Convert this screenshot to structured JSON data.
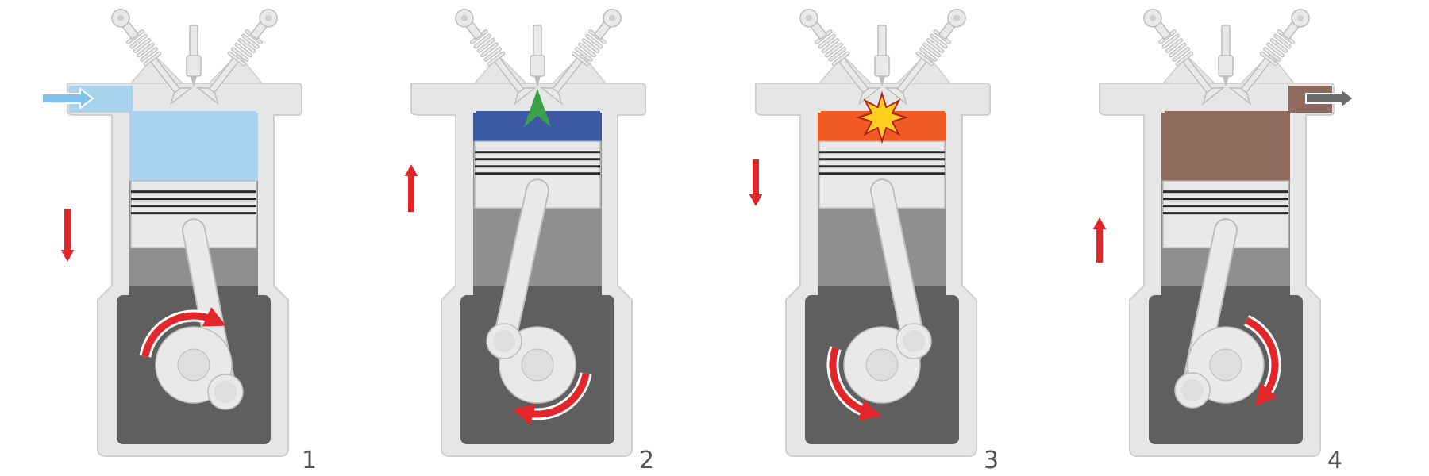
{
  "colors": {
    "background": "#ffffff",
    "casing": "#e6e6e6",
    "casing_edge": "#cfcfcf",
    "cavity": "#8f8f8f",
    "crankcase": "#5f5f5f",
    "part": "#e9e9e9",
    "part_edge": "#bdbdbd",
    "rotation_arrow": "#e3262a",
    "intake_arrow": "#7fc2ec",
    "exhaust_arrow": "#6b6b6b"
  },
  "strokes": [
    {
      "number": "1",
      "chamber_color": "#a9d3ec",
      "piston_level": 0.72,
      "motion_arrow": "down",
      "rotation": "clockwise",
      "crank_pin": "lower-right",
      "flow": "intake",
      "chamber_effect": "none"
    },
    {
      "number": "2",
      "chamber_color": "#3b5aa3",
      "piston_level": 0.08,
      "motion_arrow": "up",
      "rotation": "clockwise",
      "crank_pin": "upper-left",
      "flow": "none",
      "chamber_effect": "fuel-spray"
    },
    {
      "number": "3",
      "chamber_color": "#f15a24",
      "piston_level": 0.08,
      "motion_arrow": "down",
      "rotation": "counterclockwise",
      "crank_pin": "upper-right",
      "flow": "none",
      "chamber_effect": "explosion"
    },
    {
      "number": "4",
      "chamber_color": "#8e6a5e",
      "piston_level": 0.72,
      "motion_arrow": "up",
      "rotation": "clockwise",
      "crank_pin": "lower-left",
      "flow": "exhaust",
      "chamber_effect": "none"
    }
  ]
}
